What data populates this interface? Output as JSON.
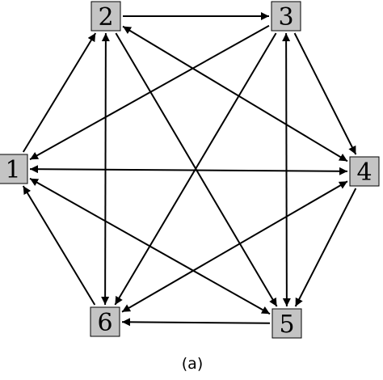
{
  "nodes": [
    {
      "id": "1",
      "label": "1"
    },
    {
      "id": "2",
      "label": "2"
    },
    {
      "id": "3",
      "label": "3"
    },
    {
      "id": "4",
      "label": "4"
    },
    {
      "id": "5",
      "label": "5"
    },
    {
      "id": "6",
      "label": "6"
    }
  ],
  "edges": [
    {
      "from": "2",
      "to": "3",
      "arrow": "end"
    },
    {
      "from": "1",
      "to": "2",
      "arrow": "end"
    },
    {
      "from": "3",
      "to": "4",
      "arrow": "end"
    },
    {
      "from": "4",
      "to": "5",
      "arrow": "end"
    },
    {
      "from": "5",
      "to": "6",
      "arrow": "end"
    },
    {
      "from": "6",
      "to": "1",
      "arrow": "end"
    },
    {
      "from": "1",
      "to": "4",
      "arrow": "both"
    },
    {
      "from": "2",
      "to": "6",
      "arrow": "both"
    },
    {
      "from": "3",
      "to": "5",
      "arrow": "both"
    },
    {
      "from": "3",
      "to": "1",
      "arrow": "end"
    },
    {
      "from": "3",
      "to": "6",
      "arrow": "end"
    },
    {
      "from": "2",
      "to": "4",
      "arrow": "both"
    },
    {
      "from": "2",
      "to": "5",
      "arrow": "end"
    },
    {
      "from": "1",
      "to": "5",
      "arrow": "both"
    },
    {
      "from": "4",
      "to": "6",
      "arrow": "both"
    }
  ],
  "colors": {
    "node_fill": "#c4c4c4",
    "stroke": "#000000"
  },
  "caption": "(a)"
}
